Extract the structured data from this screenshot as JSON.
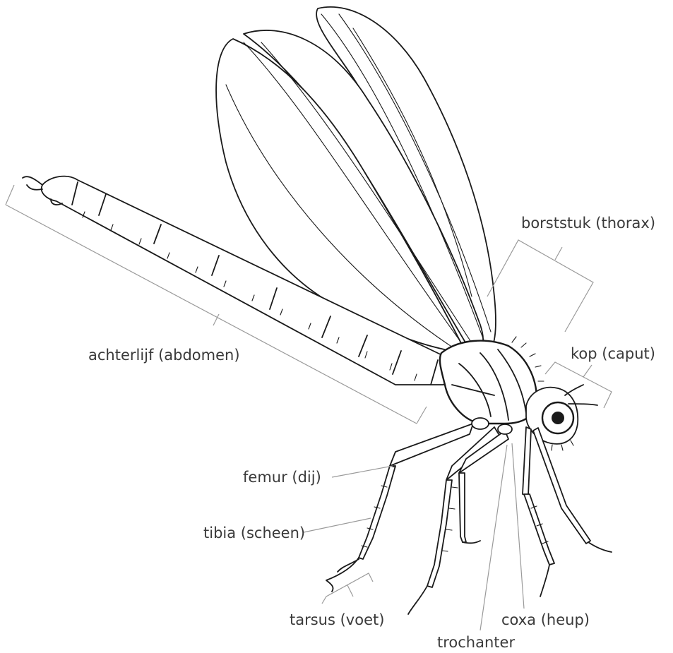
{
  "labels": {
    "thorax": "borststuk (thorax)",
    "head": "kop (caput)",
    "abdomen": "achterlijf (abdomen)",
    "femur": "femur (dij)",
    "tibia": "tibia (scheen)",
    "tarsus": "tarsus (voet)",
    "coxa": "coxa (heup)",
    "trochanter": "trochanter"
  },
  "colors": {
    "ink": "#1a1a1a",
    "label": "#3a3a3a",
    "leader": "#9a9a9a",
    "background": "#ffffff"
  }
}
